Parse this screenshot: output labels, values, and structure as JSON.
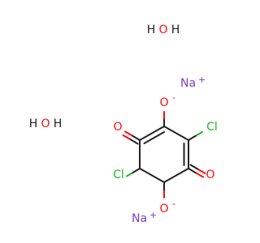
{
  "colors": {
    "bond": "#222222",
    "oxygen": "#ff0d0d",
    "chlorine": "#1fb81f",
    "sodium": "#7b40c8",
    "hydrogen_label": "#222222"
  },
  "molecule": {
    "atoms": {
      "o_top": "O",
      "o_bottom": "O",
      "o_left_carbonyl": "O",
      "o_right_carbonyl": "O",
      "cl_right": "Cl",
      "cl_left": "Cl",
      "minus_top": "-",
      "minus_bottom": "-"
    }
  },
  "ions": {
    "na_top": {
      "symbol": "Na",
      "charge": "+"
    },
    "na_bottom": {
      "symbol": "Na",
      "charge": "+"
    }
  },
  "waters": {
    "top": {
      "h1": "H",
      "o": "O",
      "h2": "H"
    },
    "left": {
      "h1": "H",
      "o": "O",
      "h2": "H"
    }
  }
}
